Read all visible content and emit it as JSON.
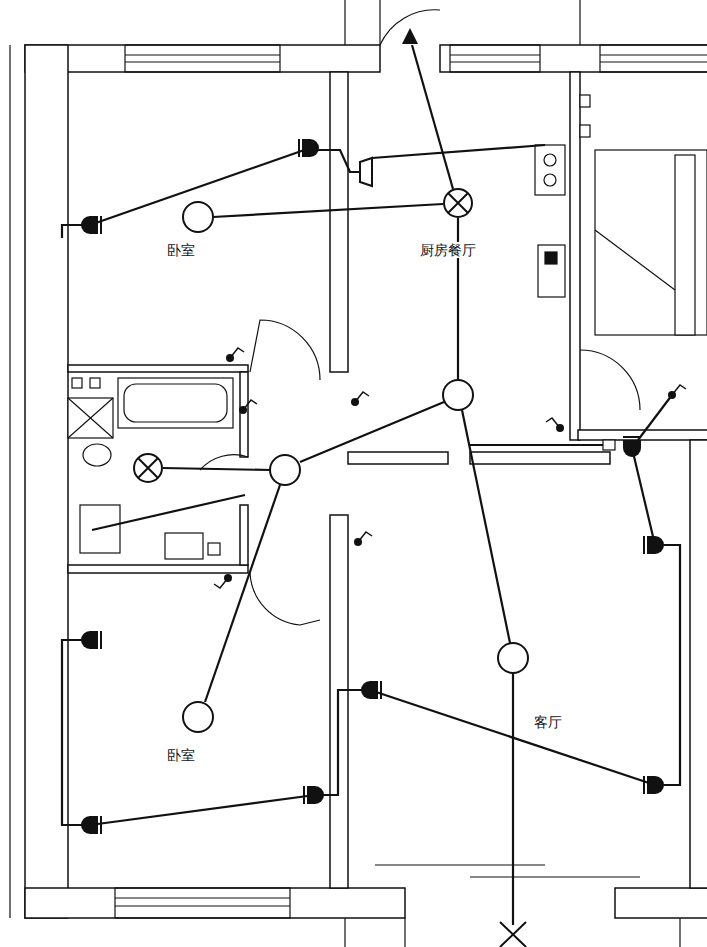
{
  "diagram": {
    "labels": [
      "卧室",
      "厨房餐厅",
      "卧室",
      "客厅"
    ]
  }
}
